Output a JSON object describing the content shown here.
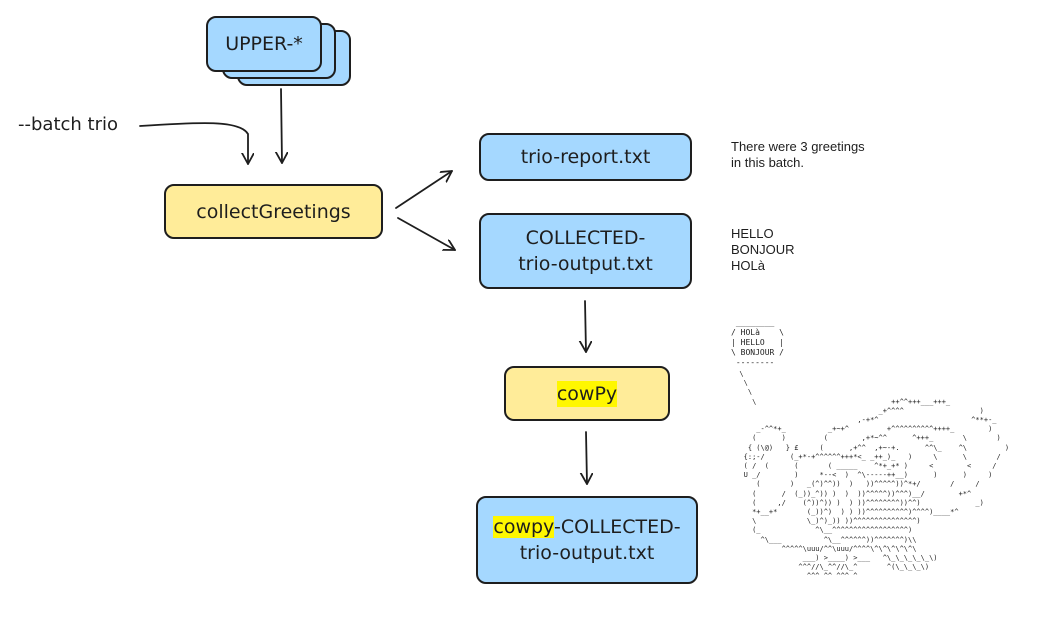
{
  "nodes": {
    "upper": "UPPER-*",
    "collect": "collectGreetings",
    "report": "trio-report.txt",
    "output_line1": "COLLECTED-",
    "output_line2": "trio-output.txt",
    "cowpy_hl": "cowPy",
    "final_hl": "cowpy",
    "final_rest": "-COLLECTED-",
    "final_line2": "trio-output.txt"
  },
  "param_label": "--batch trio",
  "annotations": {
    "report_line1": "There were 3 greetings",
    "report_line2": "in this batch.",
    "greeting_1": "HELLO",
    "greeting_2": "BONJOUR",
    "greeting_3": "HOLà"
  },
  "speech_bubble": " ________\n/ HOLà    \\\n| HELLO   |\n\\ BONJOUR /\n --------",
  "ascii_art": "  \\\n   \\\n    \\\n     \\                                ++^^+++___+++_\n                                   _+^^^^                  )\n                              ,-+*^                      ^**+-_\n      _-^^*+_          _+~+^         +^^^^^^^^^^++++_        )\n     (      )         (        ,+*~^^      ^+++_       \\       )\n    { (\\@)   } £     (      ,+^^  ,+~-+.      ^^\\_    ^\\         )\n   {:;-/      (_+*-+^^^^^^+++*<_ _++_)_   )     \\      \\       /\n   ( /  (      (       ( _____    ^*+_+* )     <        <     /\n   U _/        )     *--<  )  ^\\-----++__)      )      )     )\n      (       )   _(^)^^))  )   ))^^^^^))^*+/       /     /\n     (      /  (_))_^)) )  )  ))^^^^^))^^^)__/        +*^\n     (     ,/    (^))^)) )  ) ))^^^^^^^^))^^)             _)\n     *+__+*       (_))^)  ) ) ))^^^^^^^^^^)^^^^)____*^\n     \\            \\_)^)_)) ))^^^^^^^^^^^^^^^)\n     (_             ^\\__^^^^^^^^^^^^^^^^^^)\n       ^\\___          ^\\__^^^^^^))^^^^^^^)\\\\\n            ^^^^^\\uuu/^^\\uuu/^^^^\\^\\^\\^\\^\\^\\\n                 ___) >____) >___   ^\\_\\_\\_\\_\\_\\)\n                ^^^//\\_^^//\\_^       ^(\\_\\_\\_\\)\n                  ^^^ ^^ ^^^ ^"
}
